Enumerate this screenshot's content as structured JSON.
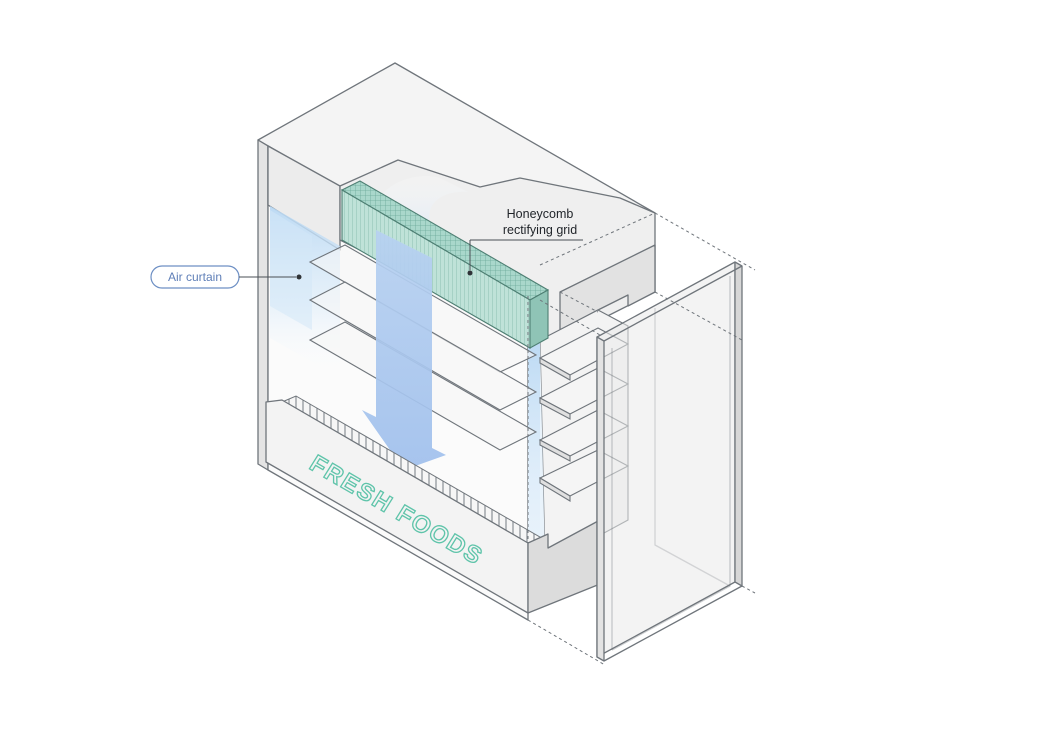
{
  "labels": {
    "air_curtain": "Air curtain",
    "honeycomb_line1": "Honeycomb",
    "honeycomb_line2": "rectifying grid",
    "panel_text": "FRESH FOODS"
  },
  "colors": {
    "outline": "#6f757b",
    "panel_fill": "#ececec",
    "panel_dark": "#dcdcdc",
    "air_blue": "#cfe4f6",
    "arrow_blue": "#a9c8ee",
    "grid_green": "#9cd0c2",
    "grid_dark": "#5d9b8c",
    "brand_teal": "#5fc4aa",
    "callout_blue": "#6d8fc4"
  },
  "icons": {
    "airflow_arrow": "down-arrow-icon"
  }
}
